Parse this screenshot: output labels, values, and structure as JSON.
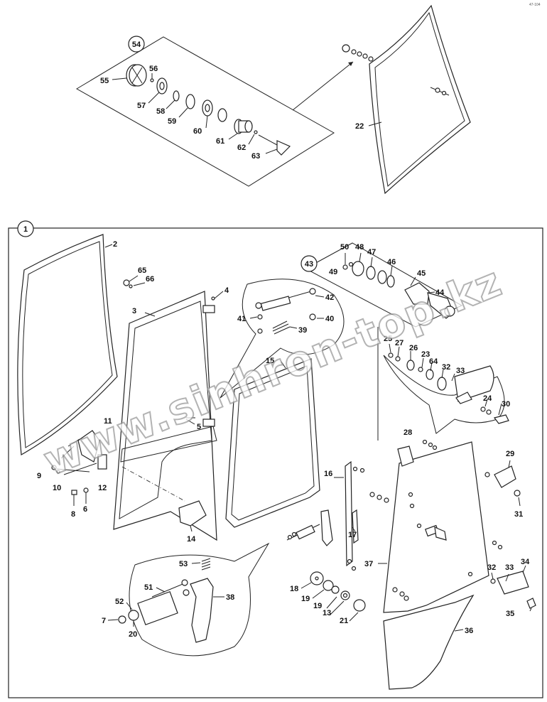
{
  "corner_code": "47-104",
  "watermark": "www.sinhron-top.kz",
  "assemblies": {
    "top": "54",
    "main": "1",
    "latch": "43"
  },
  "labels": {
    "p2": "2",
    "p3": "3",
    "p4": "4",
    "p5": "5",
    "p6": "6",
    "p7": "7",
    "p8": "8",
    "p9": "9",
    "p10": "10",
    "p11": "11",
    "p12": "12",
    "p13": "13",
    "p14": "14",
    "p15": "15",
    "p16": "16",
    "p17": "17",
    "p18": "18",
    "p19a": "19",
    "p19b": "19",
    "p20": "20",
    "p21": "21",
    "p22": "22",
    "p23": "23",
    "p24": "24",
    "p25": "25",
    "p26": "26",
    "p27": "27",
    "p28": "28",
    "p29": "29",
    "p30": "30",
    "p31": "31",
    "p32a": "32",
    "p32b": "32",
    "p33a": "33",
    "p33b": "33",
    "p34": "34",
    "p35": "35",
    "p36": "36",
    "p37": "37",
    "p38": "38",
    "p39": "39",
    "p40": "40",
    "p41": "41",
    "p42": "42",
    "p44": "44",
    "p45": "45",
    "p46": "46",
    "p47": "47",
    "p48": "48",
    "p49": "49",
    "p50": "50",
    "p51": "51",
    "p52": "52",
    "p53": "53",
    "p55": "55",
    "p56": "56",
    "p57": "57",
    "p58": "58",
    "p59": "59",
    "p60": "60",
    "p61": "61",
    "p62": "62",
    "p63": "63",
    "p64": "64",
    "p65": "65",
    "p66": "66"
  }
}
